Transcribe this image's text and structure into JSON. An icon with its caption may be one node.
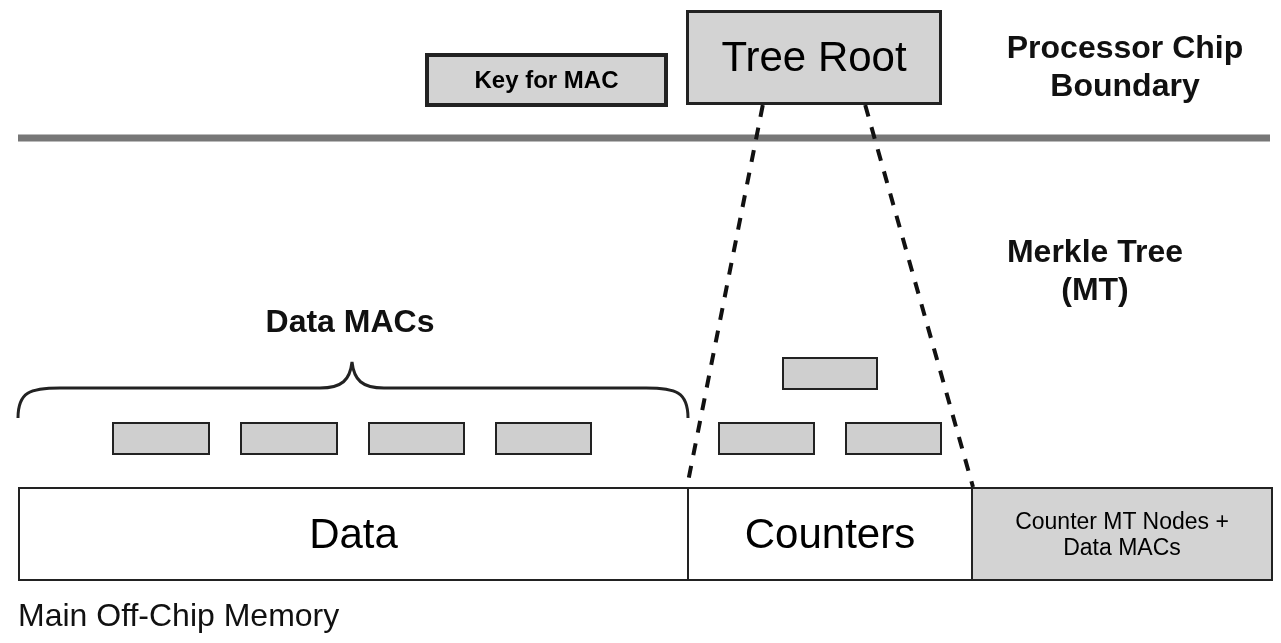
{
  "diagram": {
    "nodes": [
      {
        "text": [
          "Key for MAC"
        ]
      },
      {
        "text": [
          "Tree Root"
        ]
      },
      {
        "text": [],
        "shape": "box"
      },
      {
        "text": [],
        "shape": "box"
      },
      {
        "text": [],
        "shape": "box"
      },
      {
        "text": [],
        "shape": "box"
      },
      {
        "text": [],
        "shape": "box"
      },
      {
        "text": [],
        "shape": "box"
      },
      {
        "text": [],
        "shape": "box"
      },
      {
        "text": [
          "Data"
        ]
      },
      {
        "text": [
          "Counters"
        ]
      },
      {
        "text": [
          "Counter MT Nodes + Data MACs"
        ]
      }
    ],
    "edges": [
      {
        "from": 1,
        "to": 10,
        "arrow": "none",
        "style": "dashed"
      },
      {
        "from": 1,
        "to": 10,
        "arrow": "none",
        "style": "dashed"
      }
    ],
    "labels": [
      "Processor Chip Boundary",
      "Merkle Tree (MT)",
      "Data MACs",
      "Main Off-Chip Memory"
    ]
  }
}
